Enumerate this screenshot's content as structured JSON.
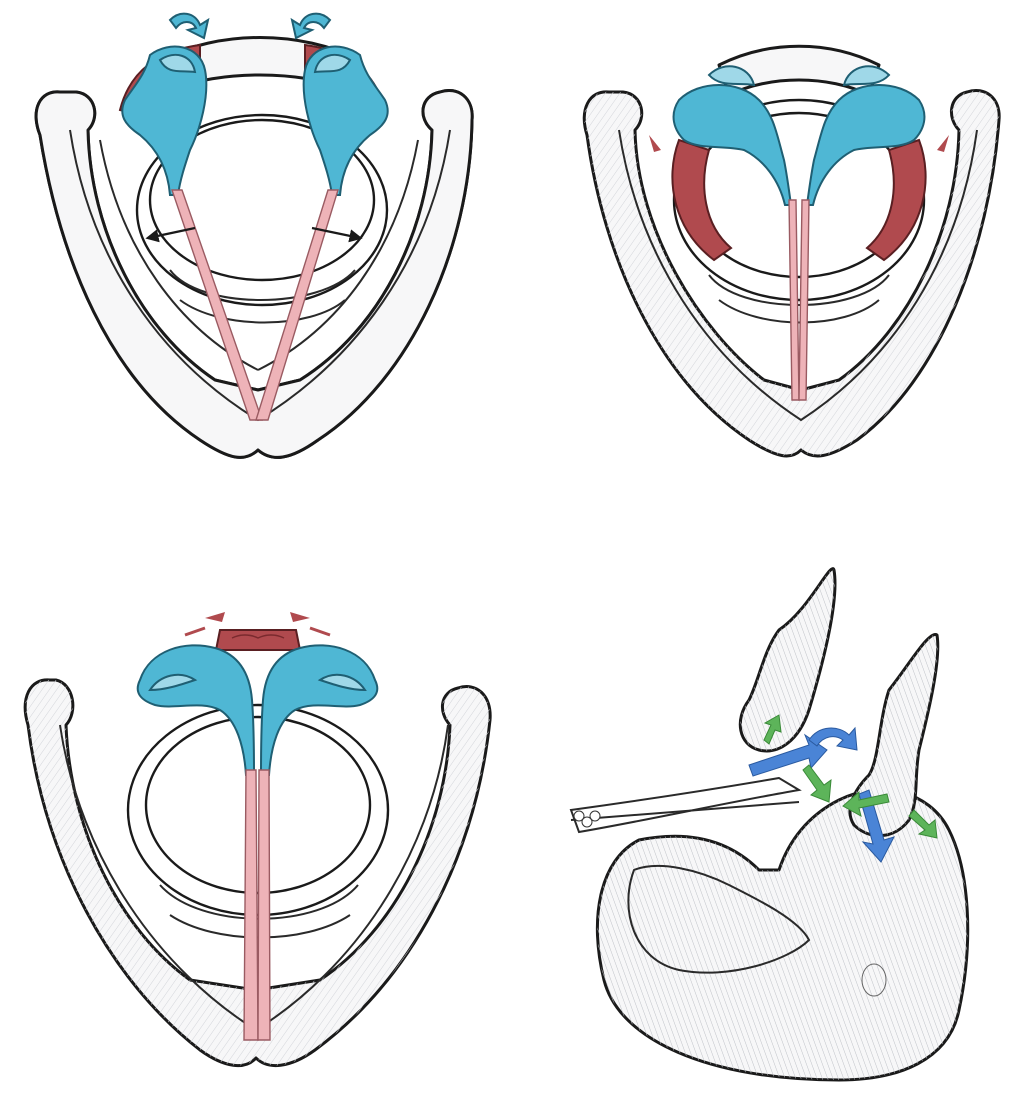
{
  "figure": {
    "panels": [
      {
        "id": "top-left",
        "state": "abducted",
        "arrow_markers": "black-double"
      },
      {
        "id": "top-right",
        "state": "adducted",
        "arrow_markers": "red"
      },
      {
        "id": "bottom-left",
        "state": "adducted-interarytenoid",
        "arrow_markers": "red"
      },
      {
        "id": "bottom-right",
        "state": "arytenoid-3d",
        "arrow_markers": "blue-green"
      }
    ],
    "colors": {
      "cartilage_blue": "#4fb7d4",
      "cartilage_light_blue": "#9fd8e8",
      "muscle_red": "#b04a4e",
      "vocal_fold_pink": "#eeb3b8",
      "arrow_blue": "#4a84d6",
      "arrow_green": "#5db45a",
      "arrow_black": "#1a1a1a",
      "line": "#1a1a1a"
    }
  }
}
